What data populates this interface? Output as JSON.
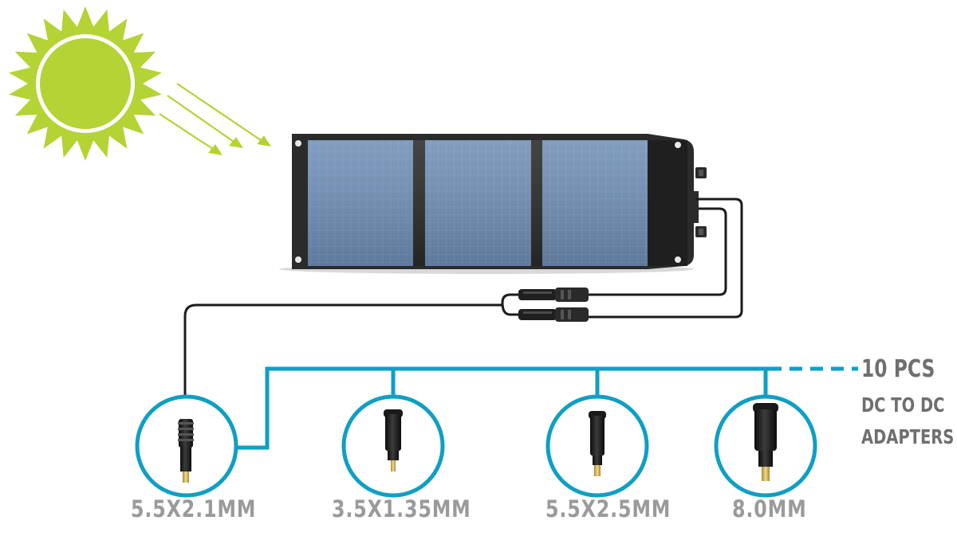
{
  "colors": {
    "sun": "#b4d334",
    "accent_line": "#0f9fc4",
    "panel_frame": "#2b2b2b",
    "solar_cell": "#6f8fb6",
    "cable": "#1b1b1b",
    "label_gray": "#9a9a9a",
    "side_text": "#6f6f6f"
  },
  "icons": [
    "sun-icon",
    "light-ray-arrow-icon",
    "solar-panel-icon",
    "mc4-connector-icon",
    "dc-plug-icon"
  ],
  "adapters": [
    {
      "label": "5.5X2.1MM"
    },
    {
      "label": "3.5X1.35MM"
    },
    {
      "label": "5.5X2.5MM"
    },
    {
      "label": "8.0MM"
    }
  ],
  "callout": {
    "line1": "10 PCS",
    "line2": "DC TO DC",
    "line3": "ADAPTERS"
  }
}
